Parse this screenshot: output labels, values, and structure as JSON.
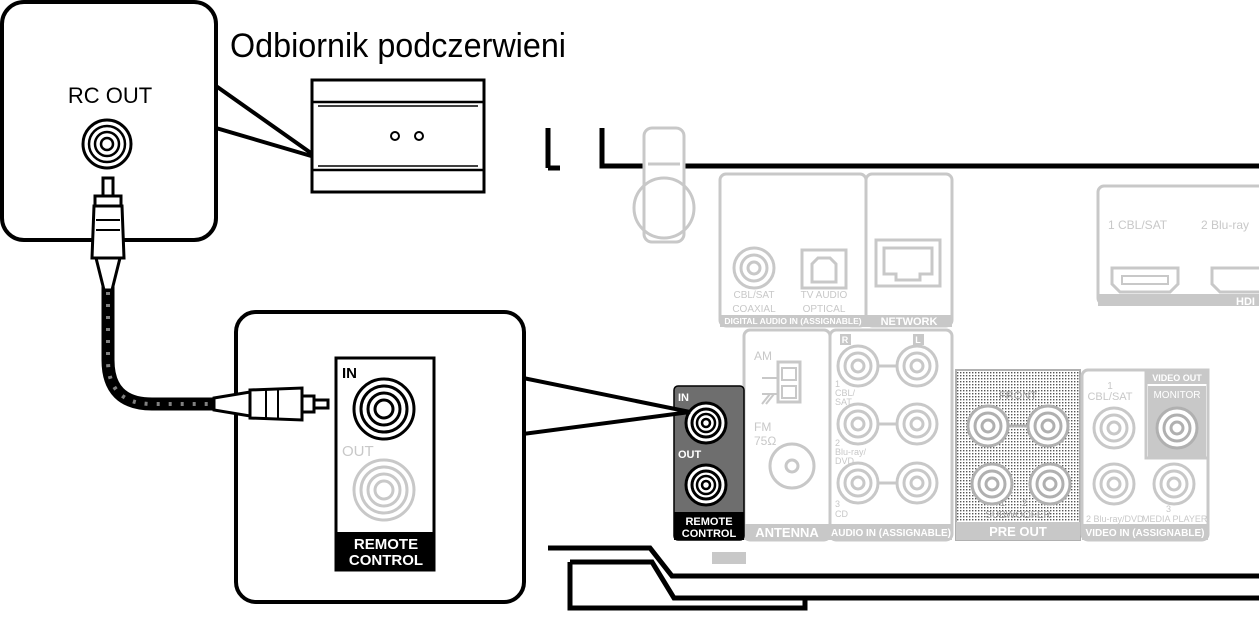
{
  "receiver_caption": "Odbiornik podczerwieni",
  "rc_out_label": "RC OUT",
  "callout": {
    "in_label": "IN",
    "out_label": "OUT",
    "remote_control_line1": "REMOTE",
    "remote_control_line2": "CONTROL"
  },
  "panel": {
    "remote": {
      "in_label": "IN",
      "out_label": "OUT",
      "name_line1": "REMOTE",
      "name_line2": "CONTROL"
    },
    "digital_audio": {
      "coaxial_source": "CBL/SAT",
      "coaxial_label": "COAXIAL",
      "optical_source": "TV AUDIO",
      "optical_label": "OPTICAL",
      "section_label": "DIGITAL AUDIO IN (ASSIGNABLE)"
    },
    "network_label": "NETWORK",
    "hdmi": {
      "input1": "1 CBL/SAT",
      "input2": "2 Blu-ray",
      "section_label": "HDI"
    },
    "antenna": {
      "am_label": "AM",
      "fm_label": "FM",
      "fm_impedance": "75Ω",
      "section_label": "ANTENNA"
    },
    "audio_in": {
      "channel_r": "R",
      "channel_l": "L",
      "input1_num": "1",
      "input1_name_a": "CBL/",
      "input1_name_b": "SAT",
      "input2_num": "2",
      "input2_name_a": "Blu-ray/",
      "input2_name_b": "DVD",
      "input3_num": "3",
      "input3_name": "CD",
      "section_label": "AUDIO IN (ASSIGNABLE)"
    },
    "pre_out": {
      "front_label": "FRONT",
      "sub1": "1",
      "sub2": "2",
      "subwoofer_label": "SUBWOOFER",
      "section_label": "PRE OUT"
    },
    "video": {
      "input1_num": "1",
      "input1_name": "CBL/SAT",
      "video_out_label": "VIDEO OUT",
      "monitor_label": "MONITOR",
      "input2_label": "2 Blu-ray/DVD",
      "input3_num": "3",
      "input3_name": "MEDIA PLAYER",
      "section_label": "VIDEO IN (ASSIGNABLE)"
    }
  }
}
